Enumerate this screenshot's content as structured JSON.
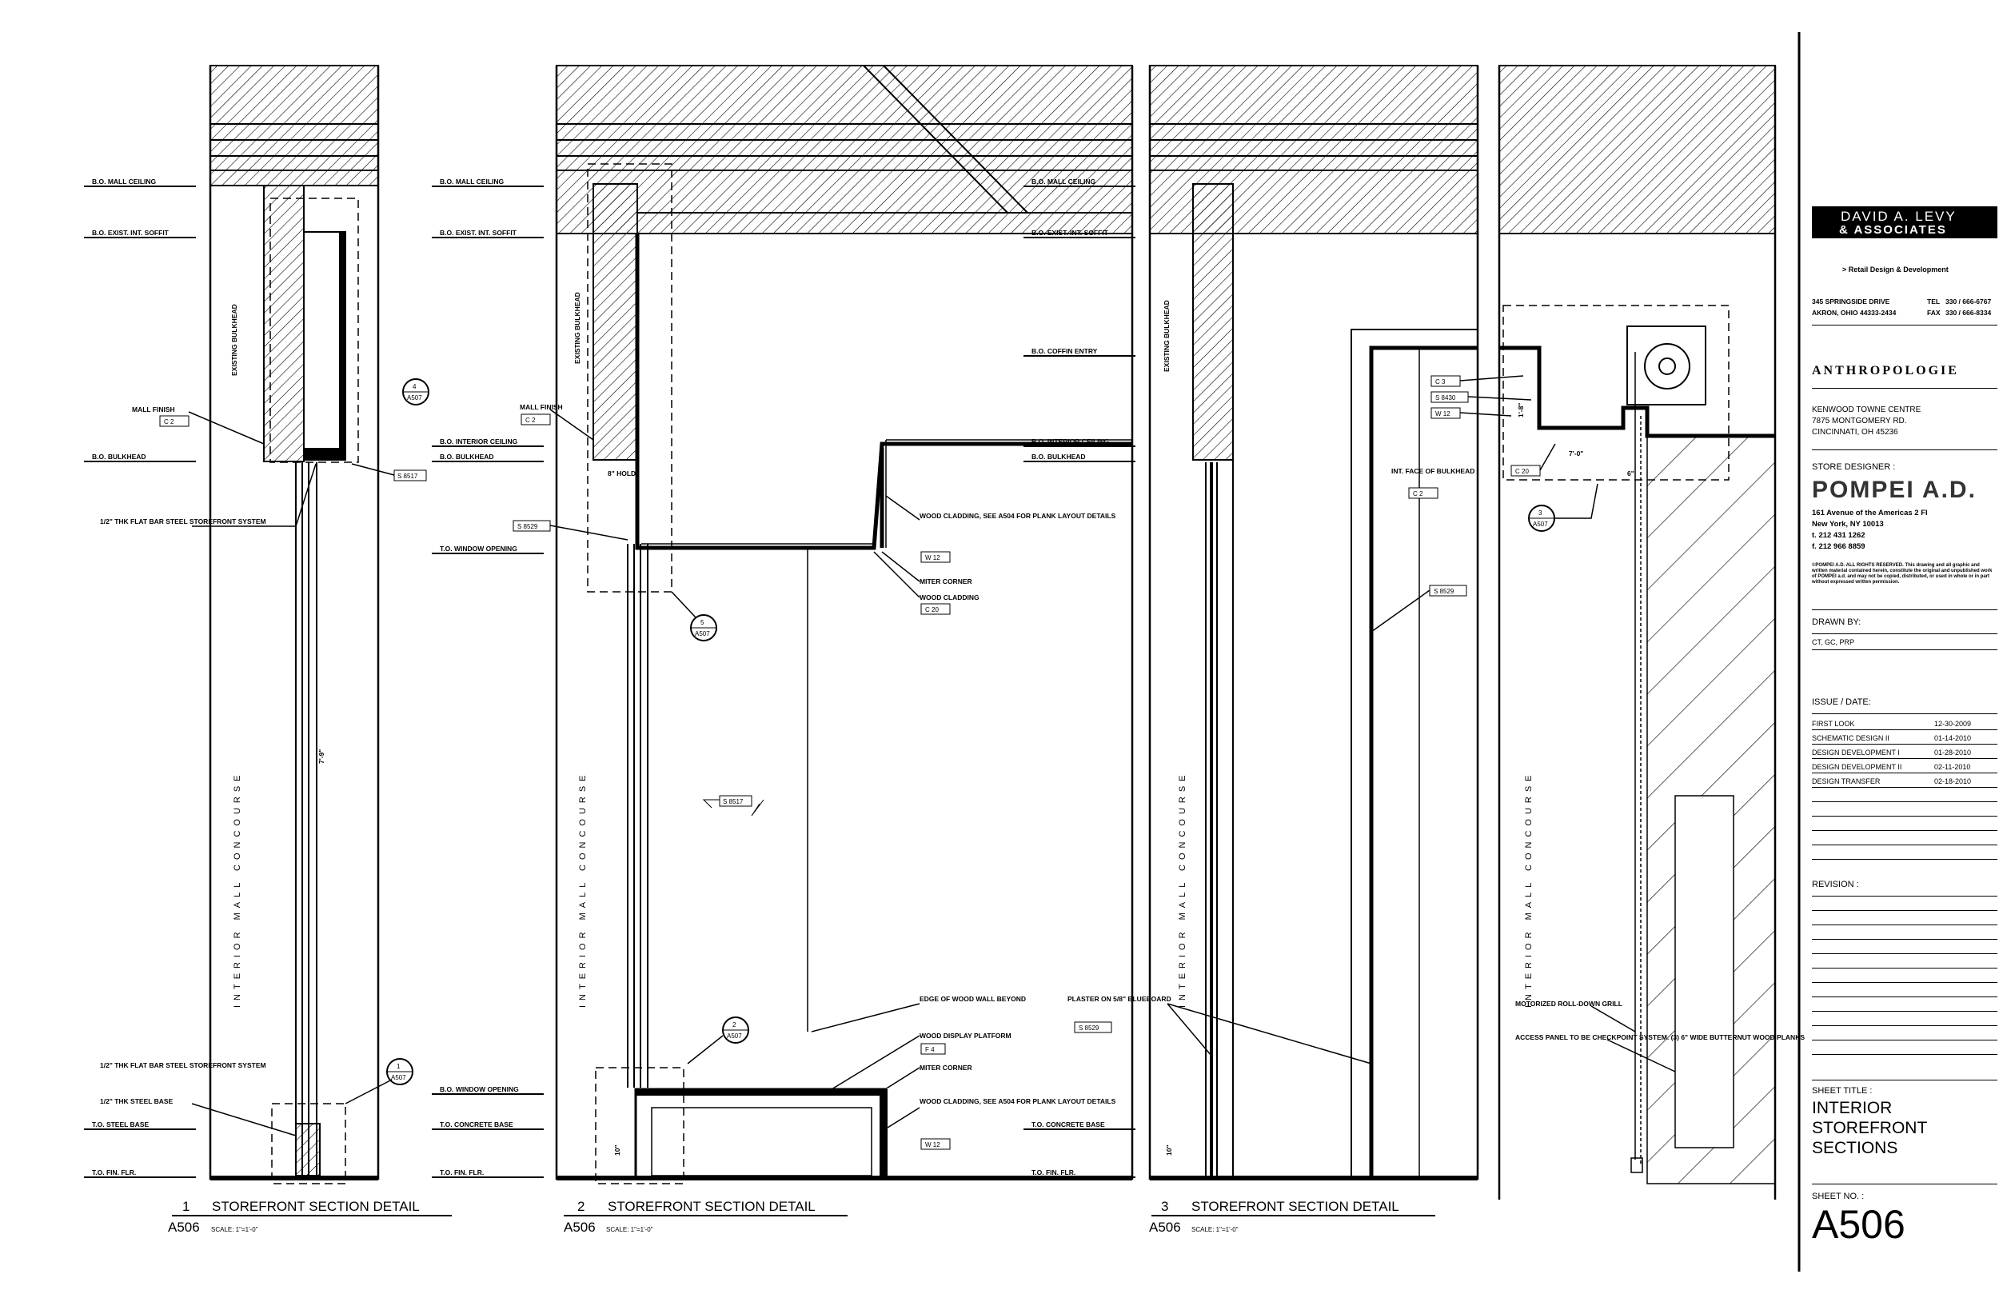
{
  "details": [
    {
      "number": "1",
      "title": "STOREFRONT SECTION DETAIL",
      "sheet": "A506",
      "scale": "SCALE: 1\"=1'-0\""
    },
    {
      "number": "2",
      "title": "STOREFRONT SECTION DETAIL",
      "sheet": "A506",
      "scale": "SCALE: 1\"=1'-0\""
    },
    {
      "number": "3",
      "title": "STOREFRONT SECTION DETAIL",
      "sheet": "A506",
      "scale": "SCALE: 1\"=1'-0\""
    }
  ],
  "concourse_label": "INTERIOR MALL CONCOURSE",
  "levels": {
    "mall_ceiling": "B.O. MALL CEILING",
    "exist_soffit": "B.O. EXIST. INT. SOFFIT",
    "bulkhead": "B.O. BULKHEAD",
    "interior_ceiling": "B.O. INTERIOR CEILING",
    "window_opening_top": "T.O. WINDOW OPENING",
    "coffin_entry": "B.O. COFFIN ENTRY",
    "window_opening_bot": "B.O. WINDOW OPENING",
    "steel_base": "T.O. STEEL BASE",
    "concrete_base": "T.O. CONCRETE BASE",
    "fin_flr": "T.O. FIN. FLR."
  },
  "notes": {
    "existing_bulkhead": "EXISTING BULKHEAD",
    "mall_finish": "MALL FINISH",
    "tag_c2": "C 2",
    "tag_s8517": "S 8517",
    "flat_bar": "1/2\" THK FLAT BAR STEEL STOREFRONT SYSTEM",
    "steel_base": "1/2\" THK STEEL BASE",
    "tag_s8529": "S 8529",
    "hold": "8\" HOLD",
    "wood_cladding_see": "WOOD CLADDING, SEE A504 FOR PLANK LAYOUT DETAILS",
    "tag_w12": "W 12",
    "miter_corner": "MITER CORNER",
    "wood_cladding": "WOOD CLADDING",
    "tag_c20": "C 20",
    "tag_s8517b": "S 8517",
    "edge_wood": "EDGE OF WOOD WALL BEYOND",
    "wood_display": "WOOD DISPLAY PLATFORM",
    "tag_f4": "F 4",
    "int_face": "INT. FACE OF BULKHEAD",
    "tag_c3": "C 3",
    "tag_s8430": "S 8430",
    "plaster": "PLASTER ON 5/8\" BLUEBOARD",
    "motorized": "MOTORIZED ROLL-DOWN GRILL",
    "access_panel": "ACCESS PANEL TO BE CHECKPOINT SYSTEM. (3) 6\" WIDE BUTTERNUT WOOD PLANKS",
    "dim_7_9": "7'-9\"",
    "dim_7_0": "7'-0\"",
    "dim_1_8": "1'-8\"",
    "dim_10": "10\"",
    "dim_6": "6\"",
    "callout_4": "4",
    "callout_1": "1",
    "callout_5": "5",
    "callout_2": "2",
    "callout_3": "3",
    "callout_sheet": "A507"
  },
  "titleblock": {
    "firm_line1": "DAVID A. LEVY",
    "firm_line2": "& ASSOCIATES",
    "firm_tag": "> Retail Design & Development",
    "addr1": "345 SPRINGSIDE DRIVE",
    "addr2": "AKRON, OHIO 44333-2434",
    "tel_label": "TEL",
    "tel": "330 / 666-6767",
    "fax_label": "FAX",
    "fax": "330 / 666-8334",
    "client": "ANTHROPOLOGIE",
    "site1": "KENWOOD TOWNE CENTRE",
    "site2": "7875 MONTGOMERY RD.",
    "site3": "CINCINNATI, OH 45236",
    "designer_label": "STORE DESIGNER :",
    "designer": "POMPEI A.D.",
    "designer_addr1": "161 Avenue of the Americas 2 Fl",
    "designer_addr2": "New York, NY 10013",
    "designer_tel": "t. 212 431 1262",
    "designer_fax": "f. 212 966 8859",
    "copyright": "©POMPEI A.D. ALL RIGHTS RESERVED. This drawing and all graphic and written material contained herein, constitute the original and unpublished work of POMPEI a.d. and may not be copied, distributed, or used in whole or in part without expressed written permission.",
    "drawn_label": "DRAWN BY:",
    "drawn": "CT, GC, PRP",
    "issue_label": "ISSUE / DATE:",
    "issues": [
      {
        "name": "FIRST LOOK",
        "date": "12-30-2009"
      },
      {
        "name": "SCHEMATIC DESIGN II",
        "date": "01-14-2010"
      },
      {
        "name": "DESIGN DEVELOPMENT I",
        "date": "01-28-2010"
      },
      {
        "name": "DESIGN DEVELOPMENT II",
        "date": "02-11-2010"
      },
      {
        "name": "DESIGN TRANSFER",
        "date": "02-18-2010"
      }
    ],
    "revision_label": "REVISION :",
    "sheet_title_label": "SHEET TITLE :",
    "sheet_title1": "INTERIOR",
    "sheet_title2": "STOREFRONT",
    "sheet_title3": "SECTIONS",
    "sheet_no_label": "SHEET NO. :",
    "sheet_no": "A506"
  }
}
